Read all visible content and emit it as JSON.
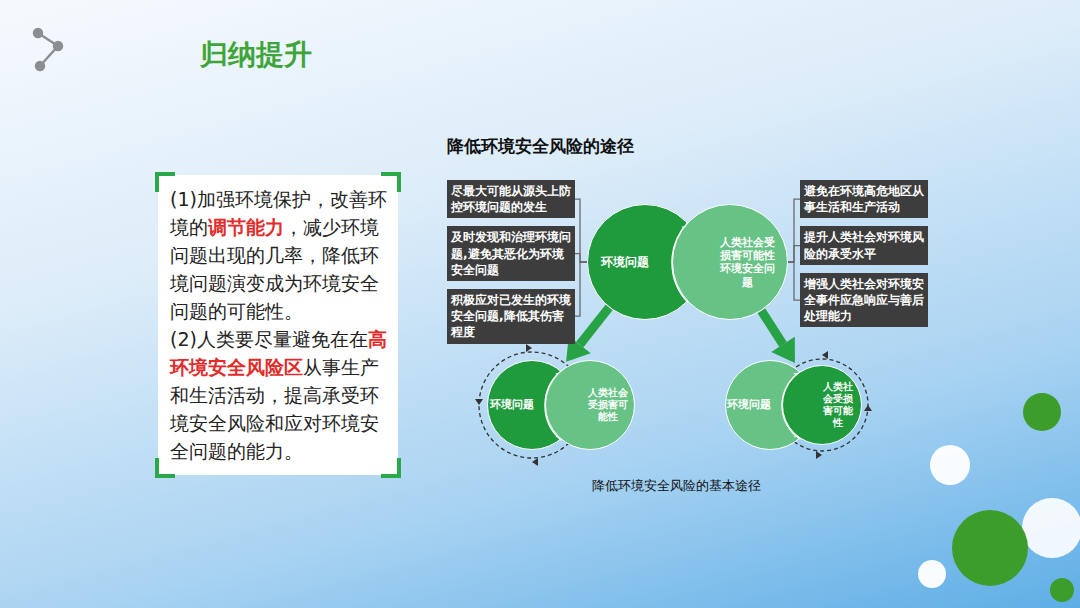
{
  "diagram": {
    "title": "降低环境安全风险的途径",
    "caption": "降低环境安全风险的基本途径",
    "nodes": [
      {
        "text": [
          "(1)加强环境保护，改善环境的",
          "调节能力",
          "，减少环境问题出现的几率，降低环境问题演变成为环境安全问题的可能性。",
          "(2)人类要尽量避免在在",
          "高环境安全风险区",
          "从事生产和生活活动，提高承受环境安全风险和应对环境安全问题的能力。"
        ]
      },
      {
        "text": [
          "尽最大可能从源头上防控环境问题的发生"
        ]
      },
      {
        "text": [
          "及时发现和治理环境问题,避免其恶化为环境安全问题"
        ]
      },
      {
        "text": [
          "积极应对已发生的环境安全问题,降低其伤害程度"
        ]
      },
      {
        "text": [
          "环境问题"
        ]
      },
      {
        "text": [
          "环境安全问题"
        ]
      },
      {
        "text": [
          "人类社会受损害可能性环境安全问题"
        ]
      },
      {
        "text": [
          "避免在环境高危地区从事生活和生产活动"
        ]
      },
      {
        "text": [
          "提升人类社会对环境风险的承受水平"
        ]
      },
      {
        "text": [
          "增强人类社会对环境安全事件应急响应与善后处理能力"
        ]
      },
      {
        "text": [
          "环境问题"
        ]
      },
      {
        "text": [
          "环境安全问题"
        ]
      },
      {
        "text": [
          "人类社会受损害可能性"
        ]
      },
      {
        "text": [
          "环境问题"
        ]
      },
      {
        "text": [
          "环境安全问题"
        ]
      },
      {
        "text": [
          "人类社会受损害可能性"
        ]
      }
    ],
    "edges": [
      {
        "from": 1,
        "to": 4,
        "arrow": "none"
      },
      {
        "from": 2,
        "to": 4,
        "arrow": "none"
      },
      {
        "from": 3,
        "to": 4,
        "arrow": "none"
      },
      {
        "from": 7,
        "to": 6,
        "arrow": "none"
      },
      {
        "from": 8,
        "to": 6,
        "arrow": "none"
      },
      {
        "from": 9,
        "to": 6,
        "arrow": "none"
      },
      {
        "from": 4,
        "to": 10,
        "arrow": "to"
      },
      {
        "from": 6,
        "to": 15,
        "arrow": "to"
      }
    ],
    "labels": [
      "归纳提升"
    ]
  }
}
